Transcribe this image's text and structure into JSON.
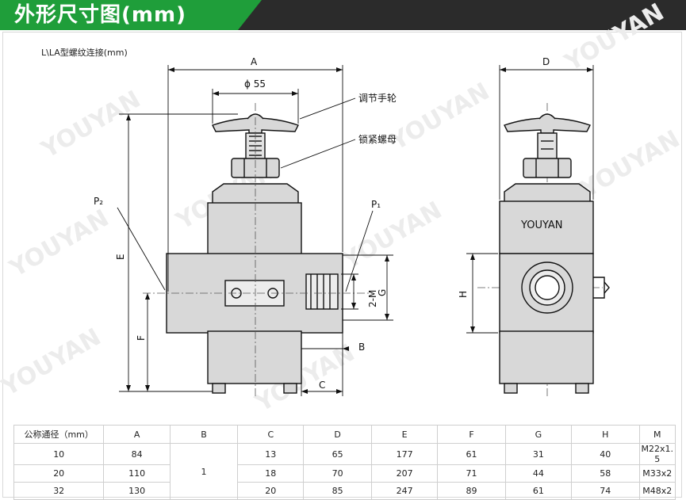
{
  "banner": {
    "title": "外形尺寸图(mm)",
    "accent": "#1f9e3a",
    "dark": "#2b2b2b"
  },
  "drawing": {
    "subtitle": "L\\LA型螺纹连接(mm)",
    "labels": {
      "A": "A",
      "phi55": "ϕ 55",
      "handwheel": "调节手轮",
      "locknut": "锁紧螺母",
      "P2": "P₂",
      "P1": "P₁",
      "E": "E",
      "F": "F",
      "M": "2-M",
      "G": "G",
      "B": "B",
      "C": "C",
      "D": "D",
      "H": "H",
      "brand": "YOUYAN"
    },
    "watermark": "YOUYAN"
  },
  "table": {
    "headers": [
      "公称通径（mm）",
      "A",
      "B",
      "C",
      "D",
      "E",
      "F",
      "G",
      "H",
      "M"
    ],
    "rows": [
      [
        "10",
        "84",
        "13",
        "65",
        "177",
        "61",
        "31",
        "40",
        "M22x1. 5"
      ],
      [
        "20",
        "110",
        "18",
        "70",
        "207",
        "71",
        "44",
        "58",
        "M33x2"
      ],
      [
        "32",
        "130",
        "20",
        "85",
        "247",
        "89",
        "61",
        "74",
        "M48x2"
      ]
    ],
    "b_value": "1"
  }
}
